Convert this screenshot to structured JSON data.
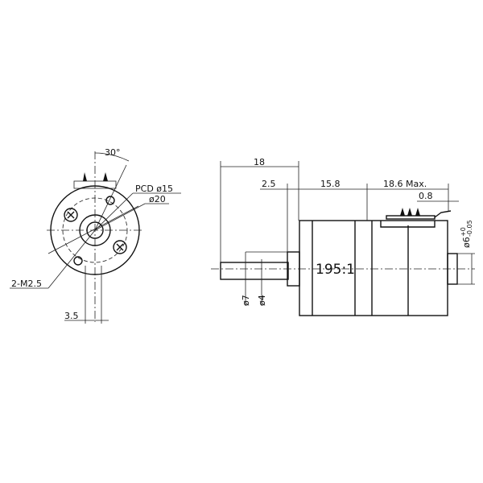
{
  "front_view": {
    "angle_label": "30°",
    "pcd_label": "PCD ø15",
    "diameter_label": "ø20",
    "thread_label": "2-M2.5",
    "offset_label": "3.5"
  },
  "side_view": {
    "ratio_label": "195:1",
    "dims": {
      "overall_shaft": "18",
      "collar": "2.5",
      "gearbox": "15.8",
      "motor": "18.6 Max.",
      "boss": "0.8",
      "shaft_outer": "ø7",
      "shaft_flat": "ø4",
      "boss_dia": "ø6",
      "boss_tol_upper": "+0",
      "boss_tol_lower": "-0.05"
    }
  }
}
